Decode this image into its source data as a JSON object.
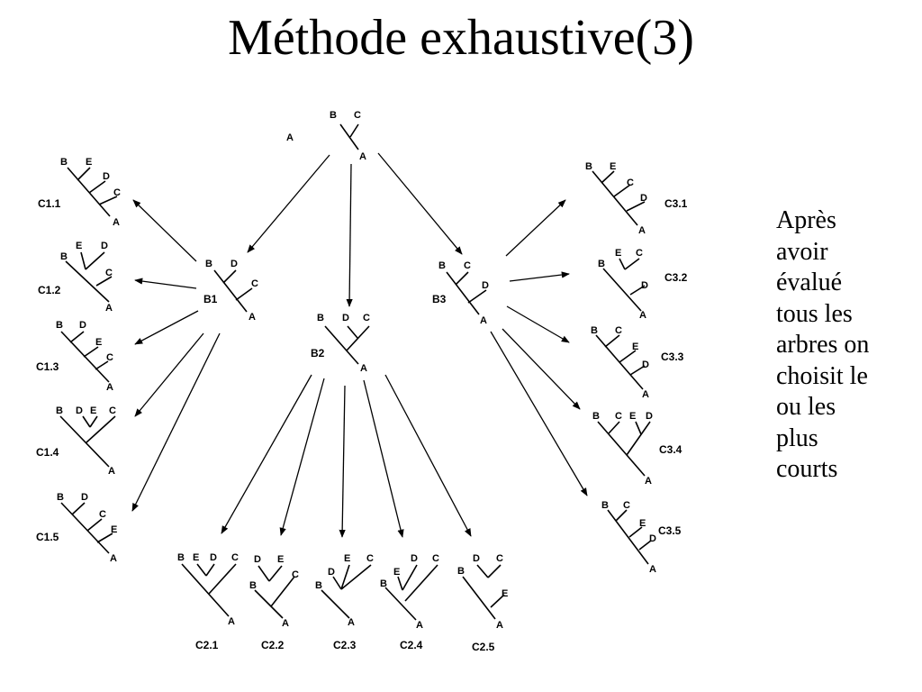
{
  "title": "Méthode exhaustive(3)",
  "side_text": [
    "Après",
    "avoir",
    "évalué",
    "tous les",
    "arbres on",
    "choisit le",
    "ou les",
    "plus",
    "courts"
  ],
  "stray_label": "A",
  "root": {
    "tips": [
      "B",
      "C"
    ],
    "root_label": "A"
  },
  "trees": {
    "B1": {
      "label": "B1",
      "tips": [
        "B",
        "D",
        "C"
      ],
      "root_label": "A"
    },
    "B2": {
      "label": "B2",
      "tips": [
        "B",
        "D",
        "C"
      ],
      "root_label": "A"
    },
    "B3": {
      "label": "B3",
      "tips": [
        "B",
        "C",
        "D"
      ],
      "root_label": "A"
    },
    "C1.1": {
      "label": "C1.1",
      "tips": [
        "B",
        "E",
        "D",
        "C"
      ],
      "root_label": "A"
    },
    "C1.2": {
      "label": "C1.2",
      "tips": [
        "B",
        "E",
        "D",
        "C"
      ],
      "root_label": "A"
    },
    "C1.3": {
      "label": "C1.3",
      "tips": [
        "B",
        "D",
        "E",
        "C"
      ],
      "root_label": "A"
    },
    "C1.4": {
      "label": "C1.4",
      "tips": [
        "B",
        "D",
        "E",
        "C"
      ],
      "root_label": "A"
    },
    "C1.5": {
      "label": "C1.5",
      "tips": [
        "B",
        "D",
        "C",
        "E"
      ],
      "root_label": "A"
    },
    "C2.1": {
      "label": "C2.1",
      "tips": [
        "B",
        "E",
        "D",
        "C"
      ],
      "root_label": "A"
    },
    "C2.2": {
      "label": "C2.2",
      "tips": [
        "D",
        "E",
        "B",
        "C"
      ],
      "root_label": "A"
    },
    "C2.3": {
      "label": "C2.3",
      "tips": [
        "D",
        "E",
        "C",
        "B"
      ],
      "root_label": "A"
    },
    "C2.4": {
      "label": "C2.4",
      "tips": [
        "B",
        "E",
        "D",
        "C"
      ],
      "root_label": "A"
    },
    "C2.5": {
      "label": "C2.5",
      "tips": [
        "B",
        "D",
        "C",
        "E"
      ],
      "root_label": "A"
    },
    "C3.1": {
      "label": "C3.1",
      "tips": [
        "B",
        "E",
        "C",
        "D"
      ],
      "root_label": "A"
    },
    "C3.2": {
      "label": "C3.2",
      "tips": [
        "B",
        "E",
        "C",
        "D"
      ],
      "root_label": "A"
    },
    "C3.3": {
      "label": "C3.3",
      "tips": [
        "B",
        "C",
        "E",
        "D"
      ],
      "root_label": "A"
    },
    "C3.4": {
      "label": "C3.4",
      "tips": [
        "B",
        "C",
        "E",
        "D"
      ],
      "root_label": "A"
    },
    "C3.5": {
      "label": "C3.5",
      "tips": [
        "B",
        "C",
        "E",
        "D"
      ],
      "root_label": "A"
    }
  }
}
